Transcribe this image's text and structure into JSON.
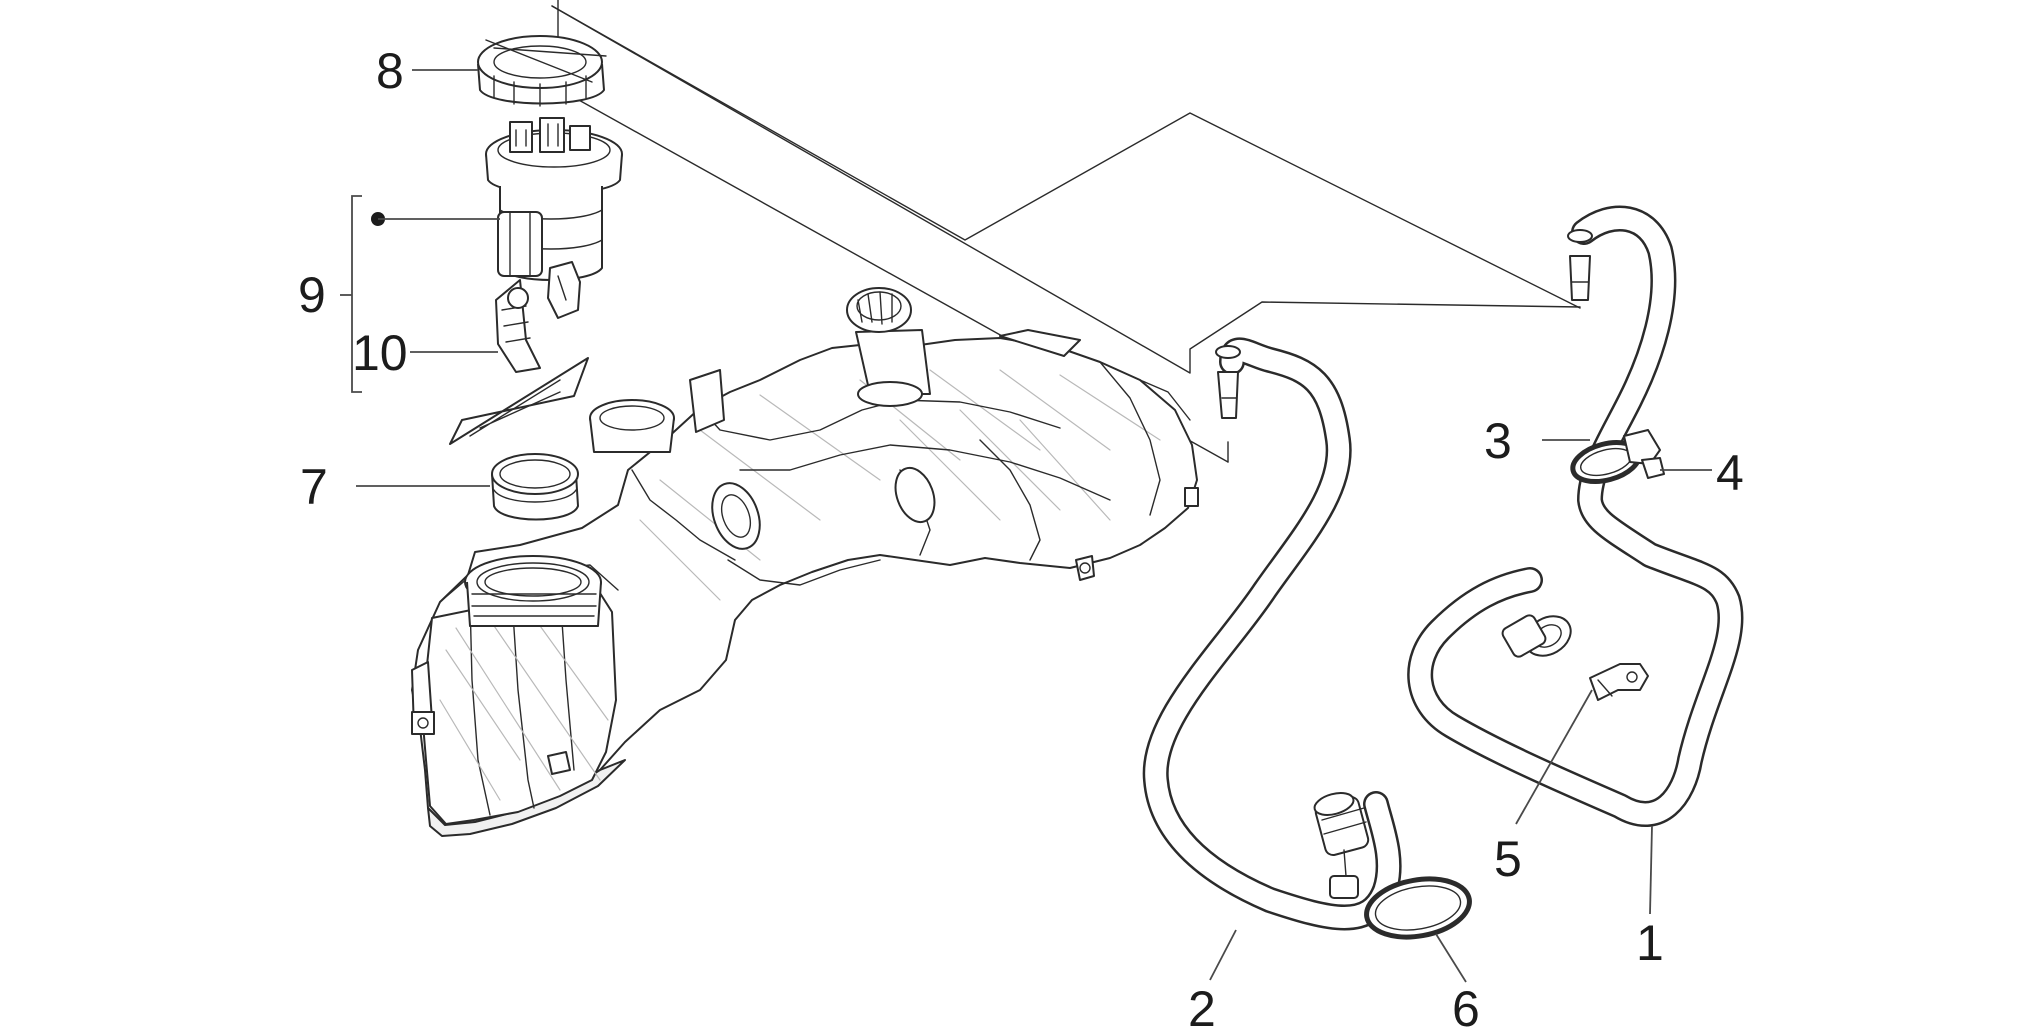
{
  "callouts": [
    {
      "id": "1",
      "label": "1"
    },
    {
      "id": "2",
      "label": "2"
    },
    {
      "id": "3",
      "label": "3"
    },
    {
      "id": "4",
      "label": "4"
    },
    {
      "id": "5",
      "label": "5"
    },
    {
      "id": "6",
      "label": "6"
    },
    {
      "id": "7",
      "label": "7"
    },
    {
      "id": "8",
      "label": "8"
    },
    {
      "id": "9",
      "label": "9"
    },
    {
      "id": "10",
      "label": "10"
    }
  ],
  "colors": {
    "line": "#2b2b2b",
    "background": "#ffffff"
  }
}
